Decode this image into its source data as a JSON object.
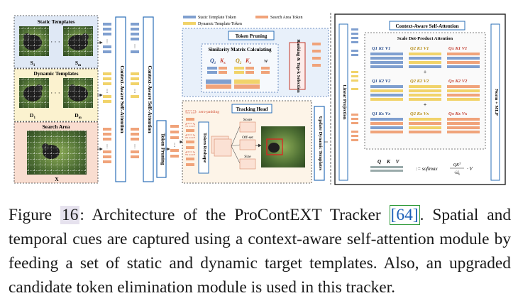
{
  "figure": {
    "inputs": {
      "static_title": "Static Templates",
      "static_first": "S",
      "static_first_sub": "1",
      "static_last": "S",
      "static_last_sub": "m",
      "dynamic_title": "Dynamic Templates",
      "dynamic_first": "D",
      "dynamic_first_sub": "1",
      "dynamic_last": "D",
      "dynamic_last_sub": "m",
      "search_title": "Search Area",
      "search_var": "X"
    },
    "blocks": {
      "context_aware_label": "Context-Aware Self-Attention",
      "token_pruning_label": "Token Pruning",
      "linear_projection_label": "Linear Projection",
      "norm_mlp_label": "Norm + MLP",
      "update_label": "Update Dynamic Templates"
    },
    "legend": {
      "static": "Static Template Token",
      "dynamic": "Dynamic Template Token",
      "search": "Search Area Token",
      "colors": {
        "static": "#7f9fcf",
        "dynamic": "#f1d36a",
        "search": "#f0a37a"
      }
    },
    "pruning_panel": {
      "title": "Token Pruning",
      "similarity": "Similarity Matrix Calculating",
      "ranking": "Ranking & Top-k Selection",
      "q1": "Q",
      "q1_sub": "1",
      "k1": "K",
      "k1_sub": "x",
      "q2": "Q",
      "q2_sub": "2",
      "k2": "K",
      "k2_sub": "x",
      "w": "w"
    },
    "head_panel": {
      "title": "Tracking Head",
      "zero_padding": "zero-padding",
      "token_reshape": "Token Reshape",
      "score": "Score",
      "offset": "Off-set",
      "size": "Size"
    },
    "attention_panel": {
      "title": "Context-Aware Self-Attention",
      "subtitle": "Scale Dot-Product Attention",
      "q": "Q",
      "k": "K",
      "v": "V",
      "subs": [
        "1",
        "2",
        "x"
      ],
      "formula": ":= softmax",
      "frac_top": "QK",
      "frac_sup": "T",
      "frac_bottom": "√d",
      "frac_bottom_sub": "k",
      "formula_tail": "· V"
    }
  },
  "caption": {
    "prefix": "Figure ",
    "number": "16",
    "text1": ": Architecture of the ProContEXT Tracker ",
    "ref": "[64]",
    "text2": ". Spatial and temporal cues are captured using a context-aware self-attention module by feeding a set of static and dynamic target templates. Also, an upgraded candidate token elimination module is used in this tracker."
  }
}
